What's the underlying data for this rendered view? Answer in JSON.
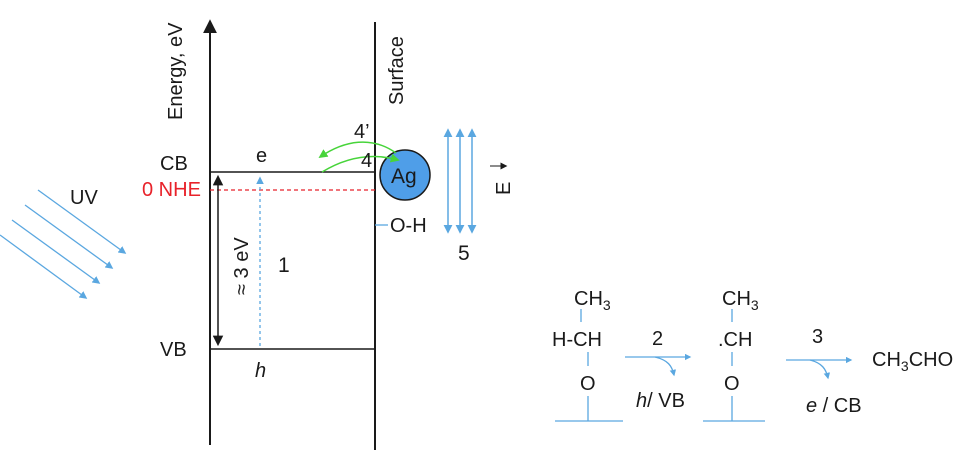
{
  "diagram": {
    "axis_label": "Energy, eV",
    "surface_label": "Surface",
    "cb_label": "CB",
    "vb_label": "VB",
    "nhe_label": "0 NHE",
    "electron_label": "e",
    "hole_label": "h",
    "gap_label": "≈ 3 eV",
    "step_1": "1",
    "step_2": "2",
    "step_3": "3",
    "step_4": "4",
    "step_4_prime": "4’",
    "step_5": "5",
    "uv_label": "UV",
    "ag_label": "Ag",
    "field_label": "E",
    "oh_label": "O-H"
  },
  "chemistry": {
    "mol1": {
      "top_main": "CH",
      "top_sub": "3",
      "middle": "H-CH",
      "bottom": "O"
    },
    "mol2": {
      "top_main": "CH",
      "top_sub": "3",
      "middle": ".CH",
      "bottom": "O"
    },
    "arrow2_h": "h",
    "arrow2_rest": "/ VB",
    "arrow3_e": "e",
    "arrow3_rest": " / CB",
    "product": {
      "a": "CH",
      "sub": "3",
      "b": "CHO"
    }
  },
  "colors": {
    "line": "#1a1a1a",
    "blue": "#5aa7e0",
    "green": "#47d43a",
    "red": "#e8222a",
    "ag_fill": "#4f9ee8"
  }
}
